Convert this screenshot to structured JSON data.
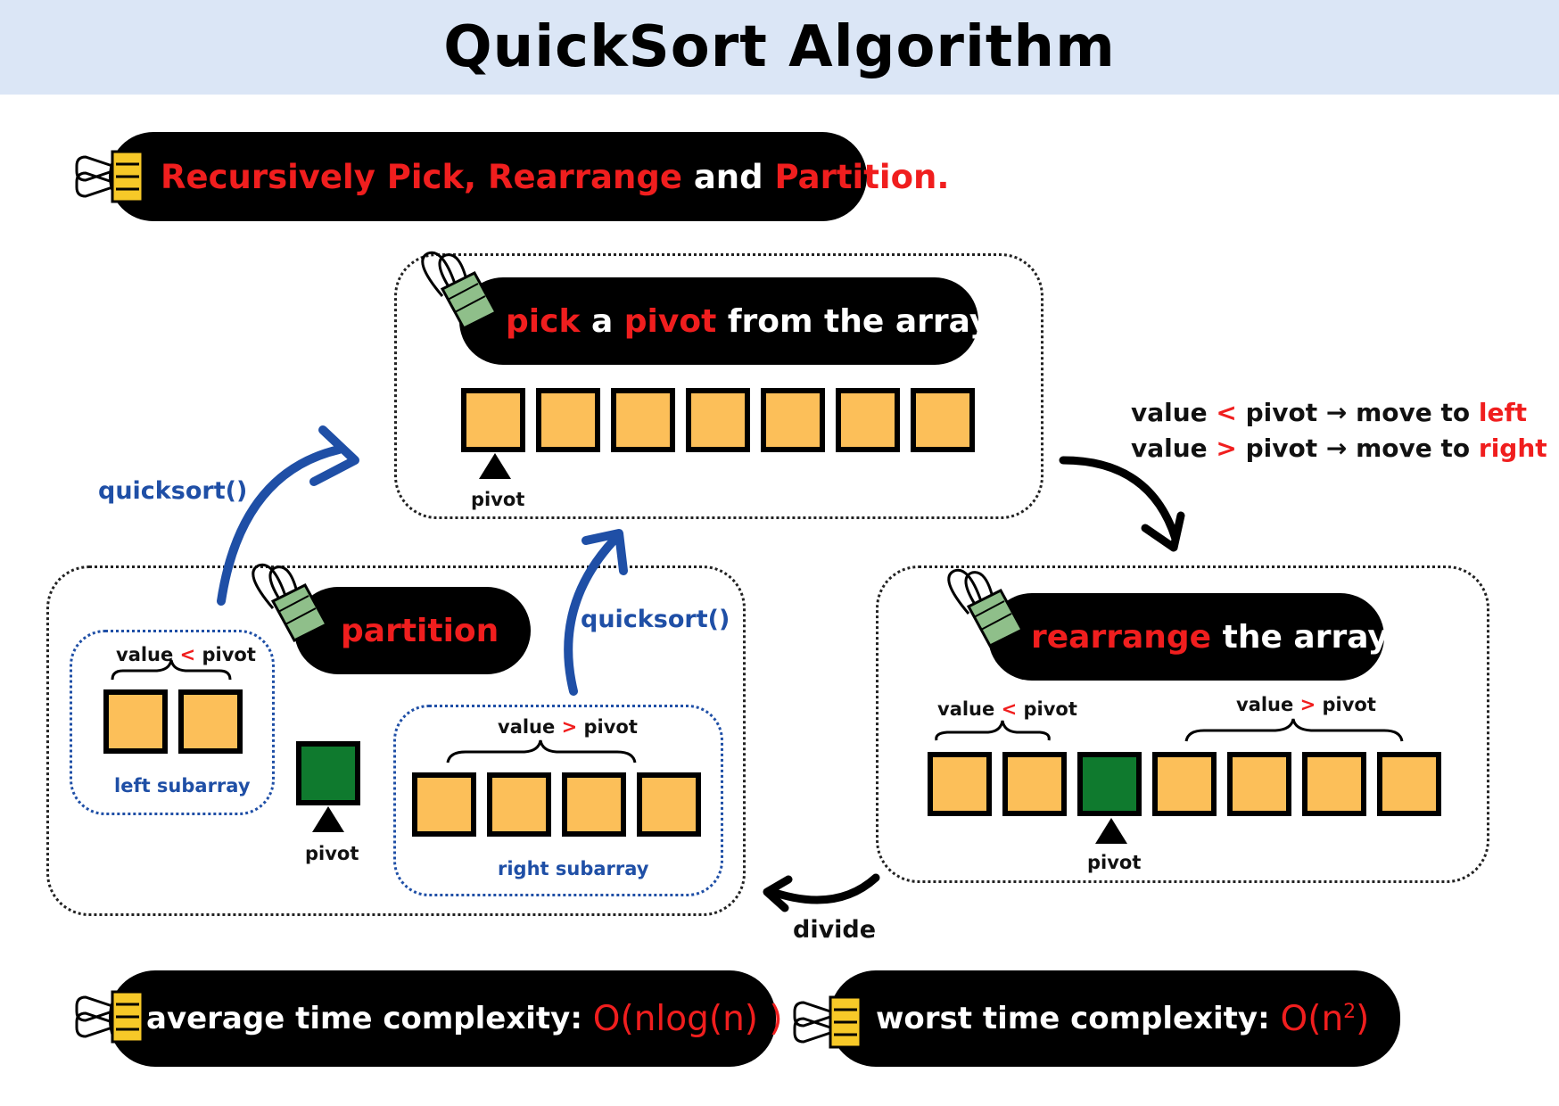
{
  "title": "QuickSort Algorithm",
  "banner": {
    "w1": "Recursively Pick,",
    "w2": "Rearrange",
    "w3": "and",
    "w4": "Partition."
  },
  "pick": {
    "h1": "pick",
    "h2": "a",
    "h3": "pivot",
    "h4": "from the array",
    "pivot_label": "pivot"
  },
  "rules": {
    "r1a": "value",
    "r1b": "<",
    "r1c": "pivot",
    "r1d": "→ move to",
    "r1e": "left",
    "r2a": "value",
    "r2b": ">",
    "r2c": "pivot",
    "r2d": "→ move to",
    "r2e": "right"
  },
  "rearrange": {
    "h1": "rearrange",
    "h2": "the array",
    "left_a": "value",
    "left_b": "<",
    "left_c": "pivot",
    "right_a": "value",
    "right_b": ">",
    "right_c": "pivot",
    "pivot_label": "pivot"
  },
  "partition": {
    "title": "partition",
    "left_a": "value",
    "left_b": "<",
    "left_c": "pivot",
    "left_name": "left subarray",
    "right_a": "value",
    "right_b": ">",
    "right_c": "pivot",
    "right_name": "right subarray",
    "pivot_label": "pivot"
  },
  "arrows": {
    "quicksort_left": "quicksort()",
    "quicksort_right": "quicksort()",
    "divide": "divide"
  },
  "complexity": {
    "avg_label": "average time complexity:",
    "avg_value": "O(nlog(n) )",
    "worst_label": "worst time complexity:",
    "worst_value": "O(n",
    "worst_exp": "2",
    "worst_close": ")"
  },
  "colors": {
    "cell": "#fcbf59",
    "pivot_cell": "#0f7a2e",
    "accent_red": "#f01e1e",
    "accent_blue": "#1f4fa6",
    "title_bg": "#dbe6f6",
    "clip_yellow": "#f7c928",
    "clip_green": "#8fbf8a"
  }
}
